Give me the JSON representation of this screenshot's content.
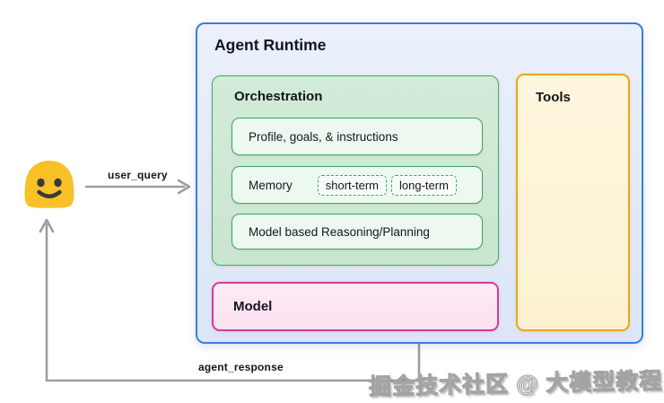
{
  "diagram": {
    "runtime": {
      "title": "Agent Runtime"
    },
    "orchestration": {
      "title": "Orchestration",
      "items": [
        {
          "label": "Profile, goals, & instructions"
        },
        {
          "label": "Memory",
          "chips": [
            "short-term",
            "long-term"
          ]
        },
        {
          "label": "Model based Reasoning/Planning"
        }
      ]
    },
    "model": {
      "title": "Model"
    },
    "tools": {
      "title": "Tools"
    },
    "labels": {
      "user_query": "user_query",
      "agent_response": "agent_response"
    },
    "user_icon": "smiley-face-emoji",
    "watermark": "掘金技术社区 @ 大模型教程",
    "colors": {
      "runtime_border": "#3b7ce0",
      "runtime_fill": "#e3ebf9",
      "orchestration_border": "#4ba465",
      "orchestration_fill": "#cce7d3",
      "inner_item_fill": "#edf8f0",
      "model_border": "#d6399c",
      "model_fill": "#fce5f3",
      "tools_border": "#eca70f",
      "tools_fill": "#fdf3d7",
      "arrow_gray": "#9e9e9e",
      "emoji_yellow": "#f7c127",
      "text_dark": "#15141c"
    }
  }
}
